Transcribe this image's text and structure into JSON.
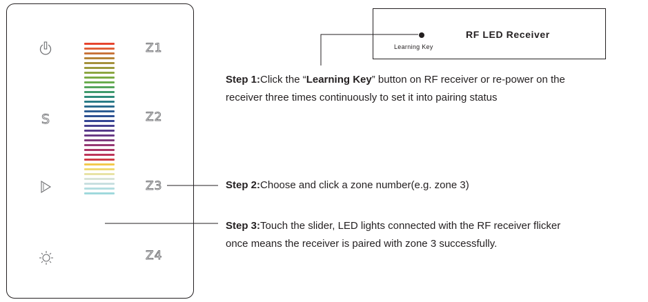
{
  "panel": {
    "buttons": [
      {
        "icon": "power-icon",
        "zone": "Z1"
      },
      {
        "icon": "s-icon",
        "zone": "Z2"
      },
      {
        "icon": "play-icon",
        "zone": "Z3"
      },
      {
        "icon": "sun-icon",
        "zone": "Z4"
      }
    ],
    "slider_colors": [
      "#e7442e",
      "#e05f38",
      "#c8743a",
      "#b58437",
      "#a4903b",
      "#9b9a3d",
      "#8da641",
      "#7bab45",
      "#69ad4e",
      "#55a45c",
      "#3f9a6b",
      "#2f8b7a",
      "#2a7c86",
      "#2b6b8e",
      "#2d5d93",
      "#2c4f92",
      "#334594",
      "#463f8f",
      "#573b8a",
      "#693a85",
      "#7f3a7c",
      "#963873",
      "#aa3566",
      "#bd3559",
      "#d03d46",
      "#f2c94c",
      "#efd96f",
      "#e8e3a5",
      "#d8e3d6",
      "#c8dfe0",
      "#b3dde0",
      "#9fd9dc"
    ],
    "pointer_bar_index": 25
  },
  "receiver": {
    "title": "RF LED Receiver",
    "key_label": "Learning Key"
  },
  "steps": {
    "step1": {
      "label": "Step 1:",
      "text_a": "Click the “",
      "bold": "Learning Key",
      "text_b": "” button on RF receiver or re-power on the",
      "line2": "receiver three times continuously to set it into pairing status"
    },
    "step2": {
      "label": "Step 2:",
      "text": "Choose and click a zone number(e.g. zone 3)"
    },
    "step3": {
      "label": "Step 3:",
      "line1": "Touch the slider, LED lights connected with the RF receiver flicker",
      "line2": "once means the receiver is paired with zone 3 successfully."
    }
  }
}
